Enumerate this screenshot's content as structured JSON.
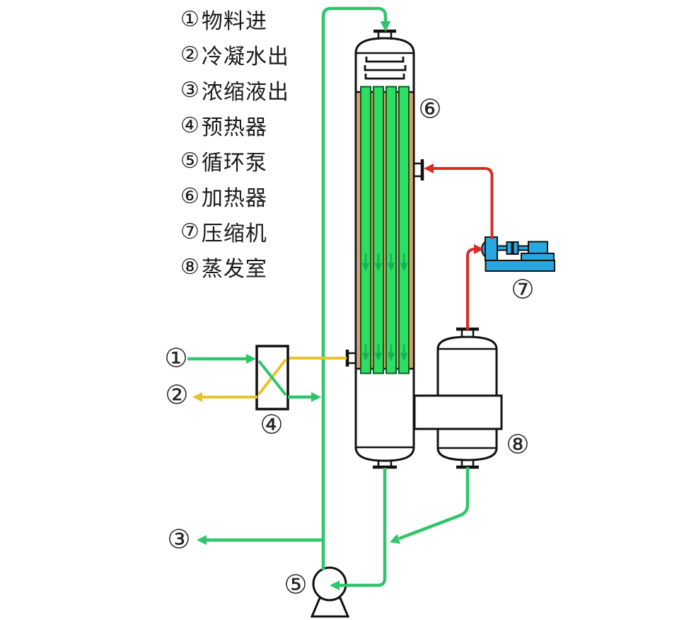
{
  "palette": {
    "line_green": "#2fc56d",
    "tube_green": "#2fdd62",
    "tube_edge": "#0a5c28",
    "tube_arrow": "#14a551",
    "orange": "#e9a159",
    "yellow": "#e9c32a",
    "red": "#d92b26",
    "blue": "#29a8e0",
    "outline": "#111111"
  },
  "legend": {
    "items": [
      {
        "num": "①",
        "label": "物料进"
      },
      {
        "num": "②",
        "label": "冷凝水出"
      },
      {
        "num": "③",
        "label": "浓缩液出"
      },
      {
        "num": "④",
        "label": "预热器"
      },
      {
        "num": "⑤",
        "label": "循环泵"
      },
      {
        "num": "⑥",
        "label": "加热器"
      },
      {
        "num": "⑦",
        "label": "压缩机"
      },
      {
        "num": "⑧",
        "label": "蒸发室"
      }
    ]
  },
  "diagram": {
    "labels": [
      {
        "id": "feed-inlet",
        "glyph": "①"
      },
      {
        "id": "condensate-outlet",
        "glyph": "②"
      },
      {
        "id": "concentrate-outlet",
        "glyph": "③"
      },
      {
        "id": "preheater",
        "glyph": "④"
      },
      {
        "id": "circulation-pump",
        "glyph": "⑤"
      },
      {
        "id": "heater",
        "glyph": "⑥"
      },
      {
        "id": "compressor",
        "glyph": "⑦"
      },
      {
        "id": "evaporation-chamber",
        "glyph": "⑧"
      }
    ]
  }
}
